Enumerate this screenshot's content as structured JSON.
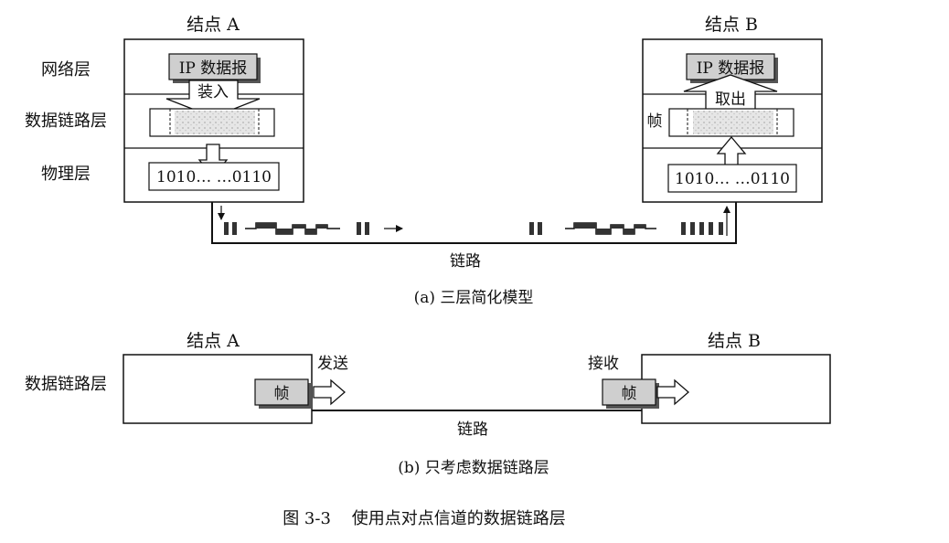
{
  "figure_a": {
    "node_a_title": "结点 A",
    "node_b_title": "结点 B",
    "layer_labels": [
      "网络层",
      "数据链路层",
      "物理层"
    ],
    "ip_datagram": "IP 数据报",
    "encapsulate": "装入",
    "extract": "取出",
    "frame": "帧",
    "bits_a": "1010…  …0110",
    "bits_b": "1010…  …0110",
    "link": "链路",
    "caption": "(a) 三层简化模型"
  },
  "figure_b": {
    "node_a_title": "结点 A",
    "node_b_title": "结点 B",
    "layer_label": "数据链路层",
    "send": "发送",
    "receive": "接收",
    "frame_a": "帧",
    "frame_b": "帧",
    "link": "链路",
    "caption": "(b) 只考虑数据链路层"
  },
  "figure_caption": "图 3-3    使用点对点信道的数据链路层",
  "colors": {
    "ink": "#111111",
    "shade": "#cfcfcf",
    "fill_dark": "#333333",
    "dashed_fill": "#dcdcdc"
  }
}
